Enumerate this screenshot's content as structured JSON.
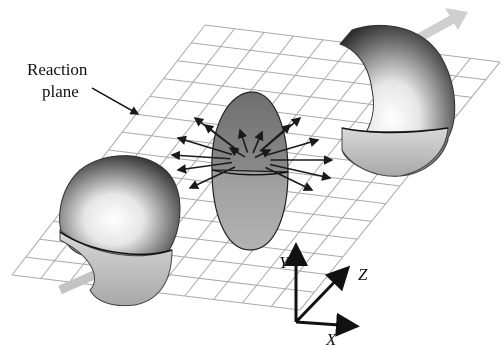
{
  "annotation": {
    "line1": "Reaction",
    "line2": "plane"
  },
  "axes": {
    "y": "Y",
    "z": "Z",
    "x": "X"
  },
  "colors": {
    "grid_line": "#a9a9a9",
    "almond_fill": "#8e8e8e",
    "nucleus_dark": "#2a2a2a",
    "nucleus_light": "#ffffff",
    "arrow": "#1a1a1a",
    "beam_arrow": "#c8c8c8"
  }
}
